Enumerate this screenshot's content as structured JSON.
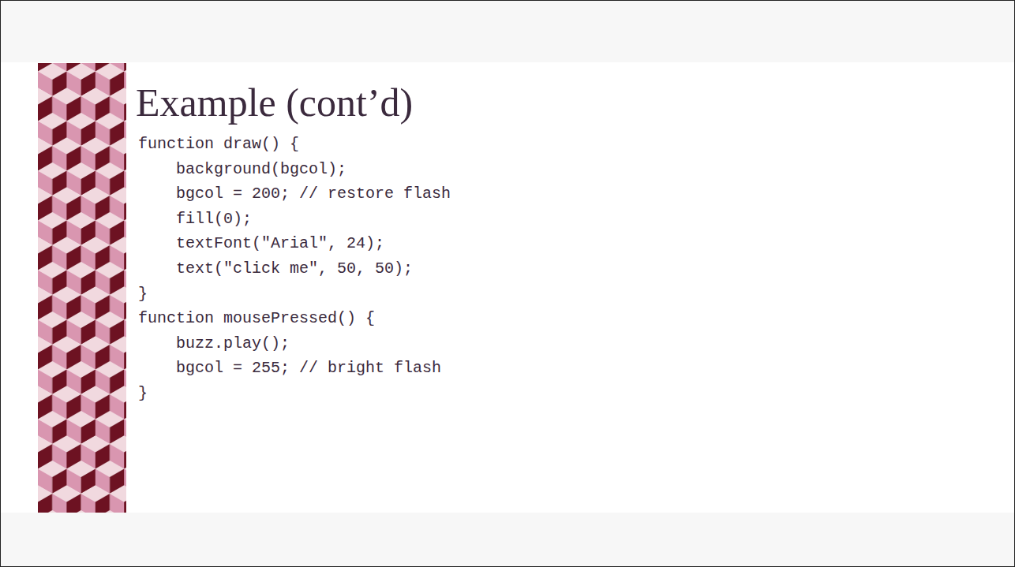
{
  "diagram": {
    "title": "Example (cont’d)",
    "labels": [
      "function draw() {",
      "background(bgcol);",
      "bgcol = 200; // restore flash",
      "fill(0);",
      "textFont(\"Arial\", 24);",
      "text(\"click me\", 50, 50);",
      "}",
      "function mousePressed() {",
      "buzz.play();",
      "bgcol = 255; // bright flash",
      "}"
    ]
  }
}
